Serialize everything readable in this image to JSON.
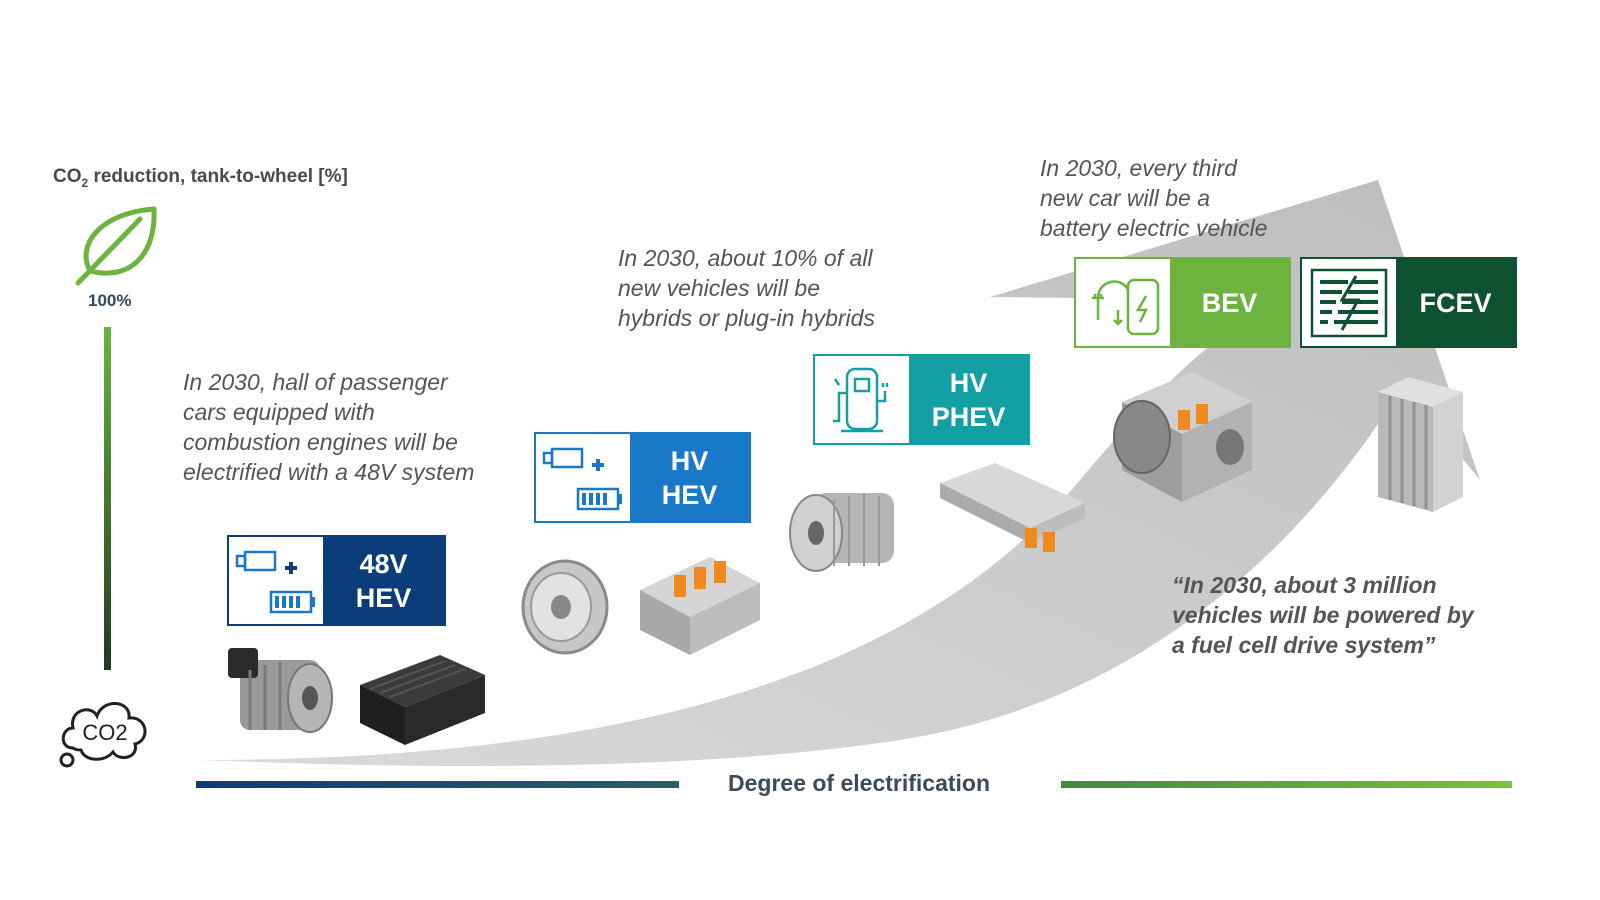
{
  "y_axis": {
    "label_prefix": "CO",
    "label_sub": "2",
    "label_rest": " reduction, tank-to-wheel [%]",
    "top_value": "100%"
  },
  "bottom_icon": "CO2",
  "x_axis": {
    "label": "Degree of electrification"
  },
  "notes": {
    "n48v": [
      "In 2030, hall of passenger",
      "cars equipped with",
      "combustion engines will be",
      "electrified with a 48V system"
    ],
    "hybrid": [
      "In 2030, about 10% of all",
      "new vehicles will be",
      "hybrids or plug-in hybrids"
    ],
    "bev": [
      "In 2030, every third",
      "new car will be a",
      "battery electric vehicle"
    ],
    "fcev": [
      "“In 2030, about 3 million",
      "vehicles will be powered by",
      "a fuel cell drive system”"
    ]
  },
  "badges": {
    "hev48": [
      "48V",
      "HEV"
    ],
    "hvhev": [
      "HV",
      "HEV"
    ],
    "phev": [
      "HV",
      "PHEV"
    ],
    "bev": [
      "BEV"
    ],
    "fcev": [
      "FCEV"
    ]
  },
  "colors": {
    "dark_blue": "#0b3d7a",
    "mid_blue": "#1a78c9",
    "teal": "#13a0a5",
    "green": "#6cb33f",
    "dark_green": "#0f5232",
    "arrow_gray": "#c9c9c9"
  },
  "icons": [
    "leaf-icon",
    "co2-cloud-icon",
    "engine-battery-icon",
    "fuel-pump-plug-icon",
    "charging-station-icon",
    "fuel-cell-icon"
  ]
}
